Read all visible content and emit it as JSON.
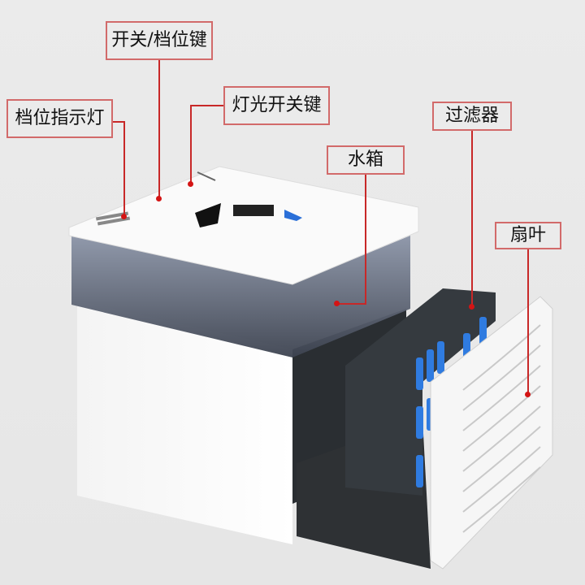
{
  "image": {
    "description": "Product annotation photo of a mini portable air cooler",
    "accent_color": "#c82828"
  },
  "labels": [
    {
      "id": "power_gear_button",
      "text": "开关/档位键"
    },
    {
      "id": "light_switch_button",
      "text": "灯光开关键"
    },
    {
      "id": "gear_indicator",
      "text": "档位指示灯"
    },
    {
      "id": "filter",
      "text": "过滤器"
    },
    {
      "id": "water_tank",
      "text": "水箱"
    },
    {
      "id": "fan_blade",
      "text": "扇叶"
    }
  ]
}
